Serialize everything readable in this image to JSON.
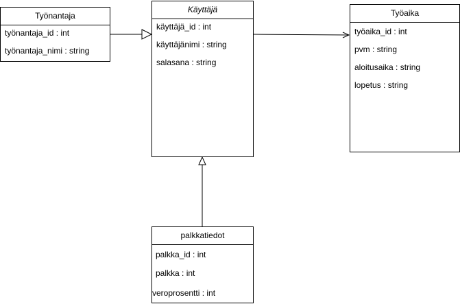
{
  "classes": {
    "tyonantaja": {
      "title": "Työnantaja",
      "attributes": [
        "työnantaja_id : int",
        "työnantaja_nimi : string"
      ]
    },
    "kayttaja": {
      "title": "Käyttäjä",
      "attributes": [
        "käyttäjä_id : int",
        "käyttäjänimi : string",
        "salasana : string"
      ]
    },
    "tyoaika": {
      "title": "Työaika",
      "attributes": [
        "työaika_id : int",
        "pvm : string",
        "aloitusaika : string",
        "lopetus : string"
      ]
    },
    "palkkatiedot": {
      "title": "palkkatiedot",
      "attributes": [
        "palkka_id : int",
        "palkka : int",
        "veroprosentti : int"
      ]
    }
  },
  "relations": [
    {
      "from": "tyonantaja",
      "to": "kayttaja",
      "kind": "generalization"
    },
    {
      "from": "palkkatiedot",
      "to": "kayttaja",
      "kind": "generalization"
    },
    {
      "from": "kayttaja",
      "to": "tyoaika",
      "kind": "association"
    }
  ],
  "colors": {
    "line": "#000000",
    "background": "#ffffff"
  }
}
